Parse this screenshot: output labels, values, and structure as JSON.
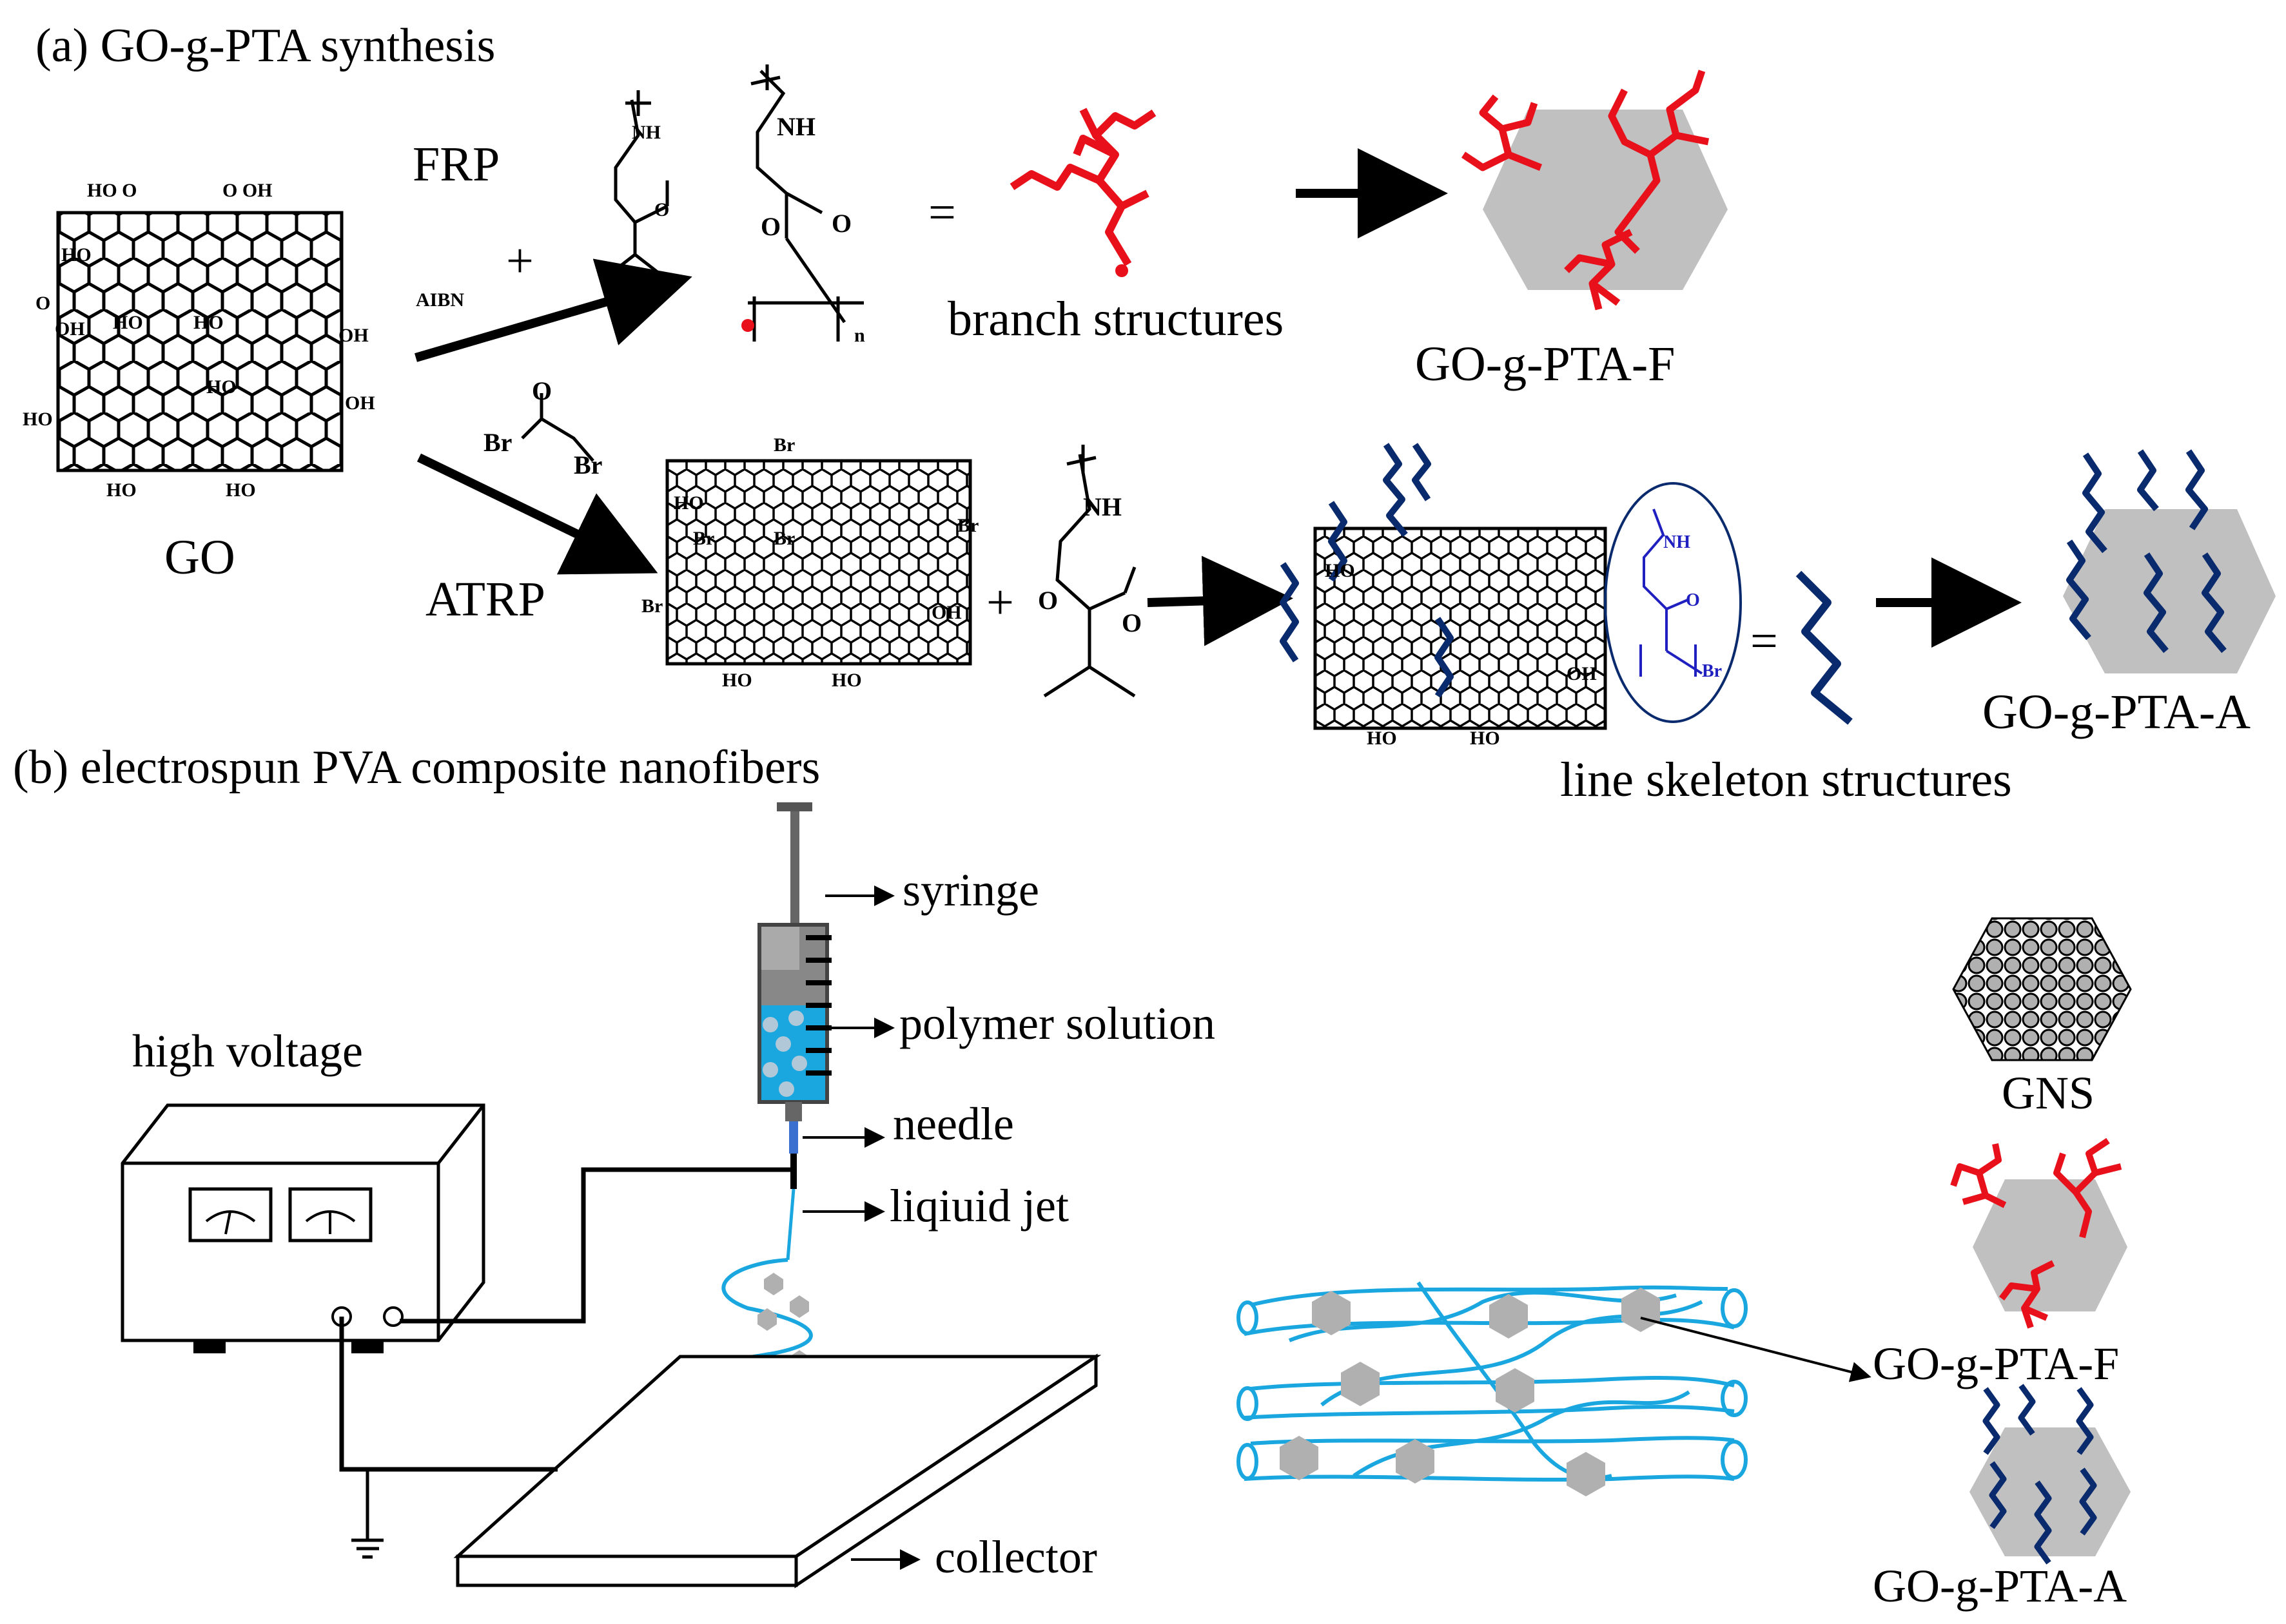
{
  "figure": {
    "panel_a": {
      "title": "(a) GO-g-PTA synthesis",
      "go_label": "GO",
      "frp_label": "FRP",
      "atrp_label": "ATRP",
      "aibn_label": "AIBN",
      "plus": "+",
      "equals": "=",
      "branch_structures": "branch structures",
      "line_skeleton_structures": "line skeleton structures",
      "go_g_pta_f": "GO-g-PTA-F",
      "go_g_pta_a": "GO-g-PTA-A",
      "chem": {
        "nh": "NH",
        "o": "O",
        "n": "n",
        "br": "Br",
        "ho": "HO",
        "oh": "OH"
      }
    },
    "panel_b": {
      "title": "(b) electrospun PVA composite nanofibers",
      "syringe": "syringe",
      "polymer_solution": "polymer solution",
      "needle": "needle",
      "liquid_jet": "liqiuid jet",
      "high_voltage": "high voltage",
      "collector": "collector",
      "gns": "GNS",
      "go_g_pta_f": "GO-g-PTA-F",
      "go_g_pta_a": "GO-g-PTA-A"
    },
    "colors": {
      "red_chain": "#e8101a",
      "navy_chain": "#0a2a6e",
      "fiber_blue": "#1aa7e0",
      "sheet_gray": "#c0c0c0",
      "monomer_blue": "#2020c0"
    }
  }
}
